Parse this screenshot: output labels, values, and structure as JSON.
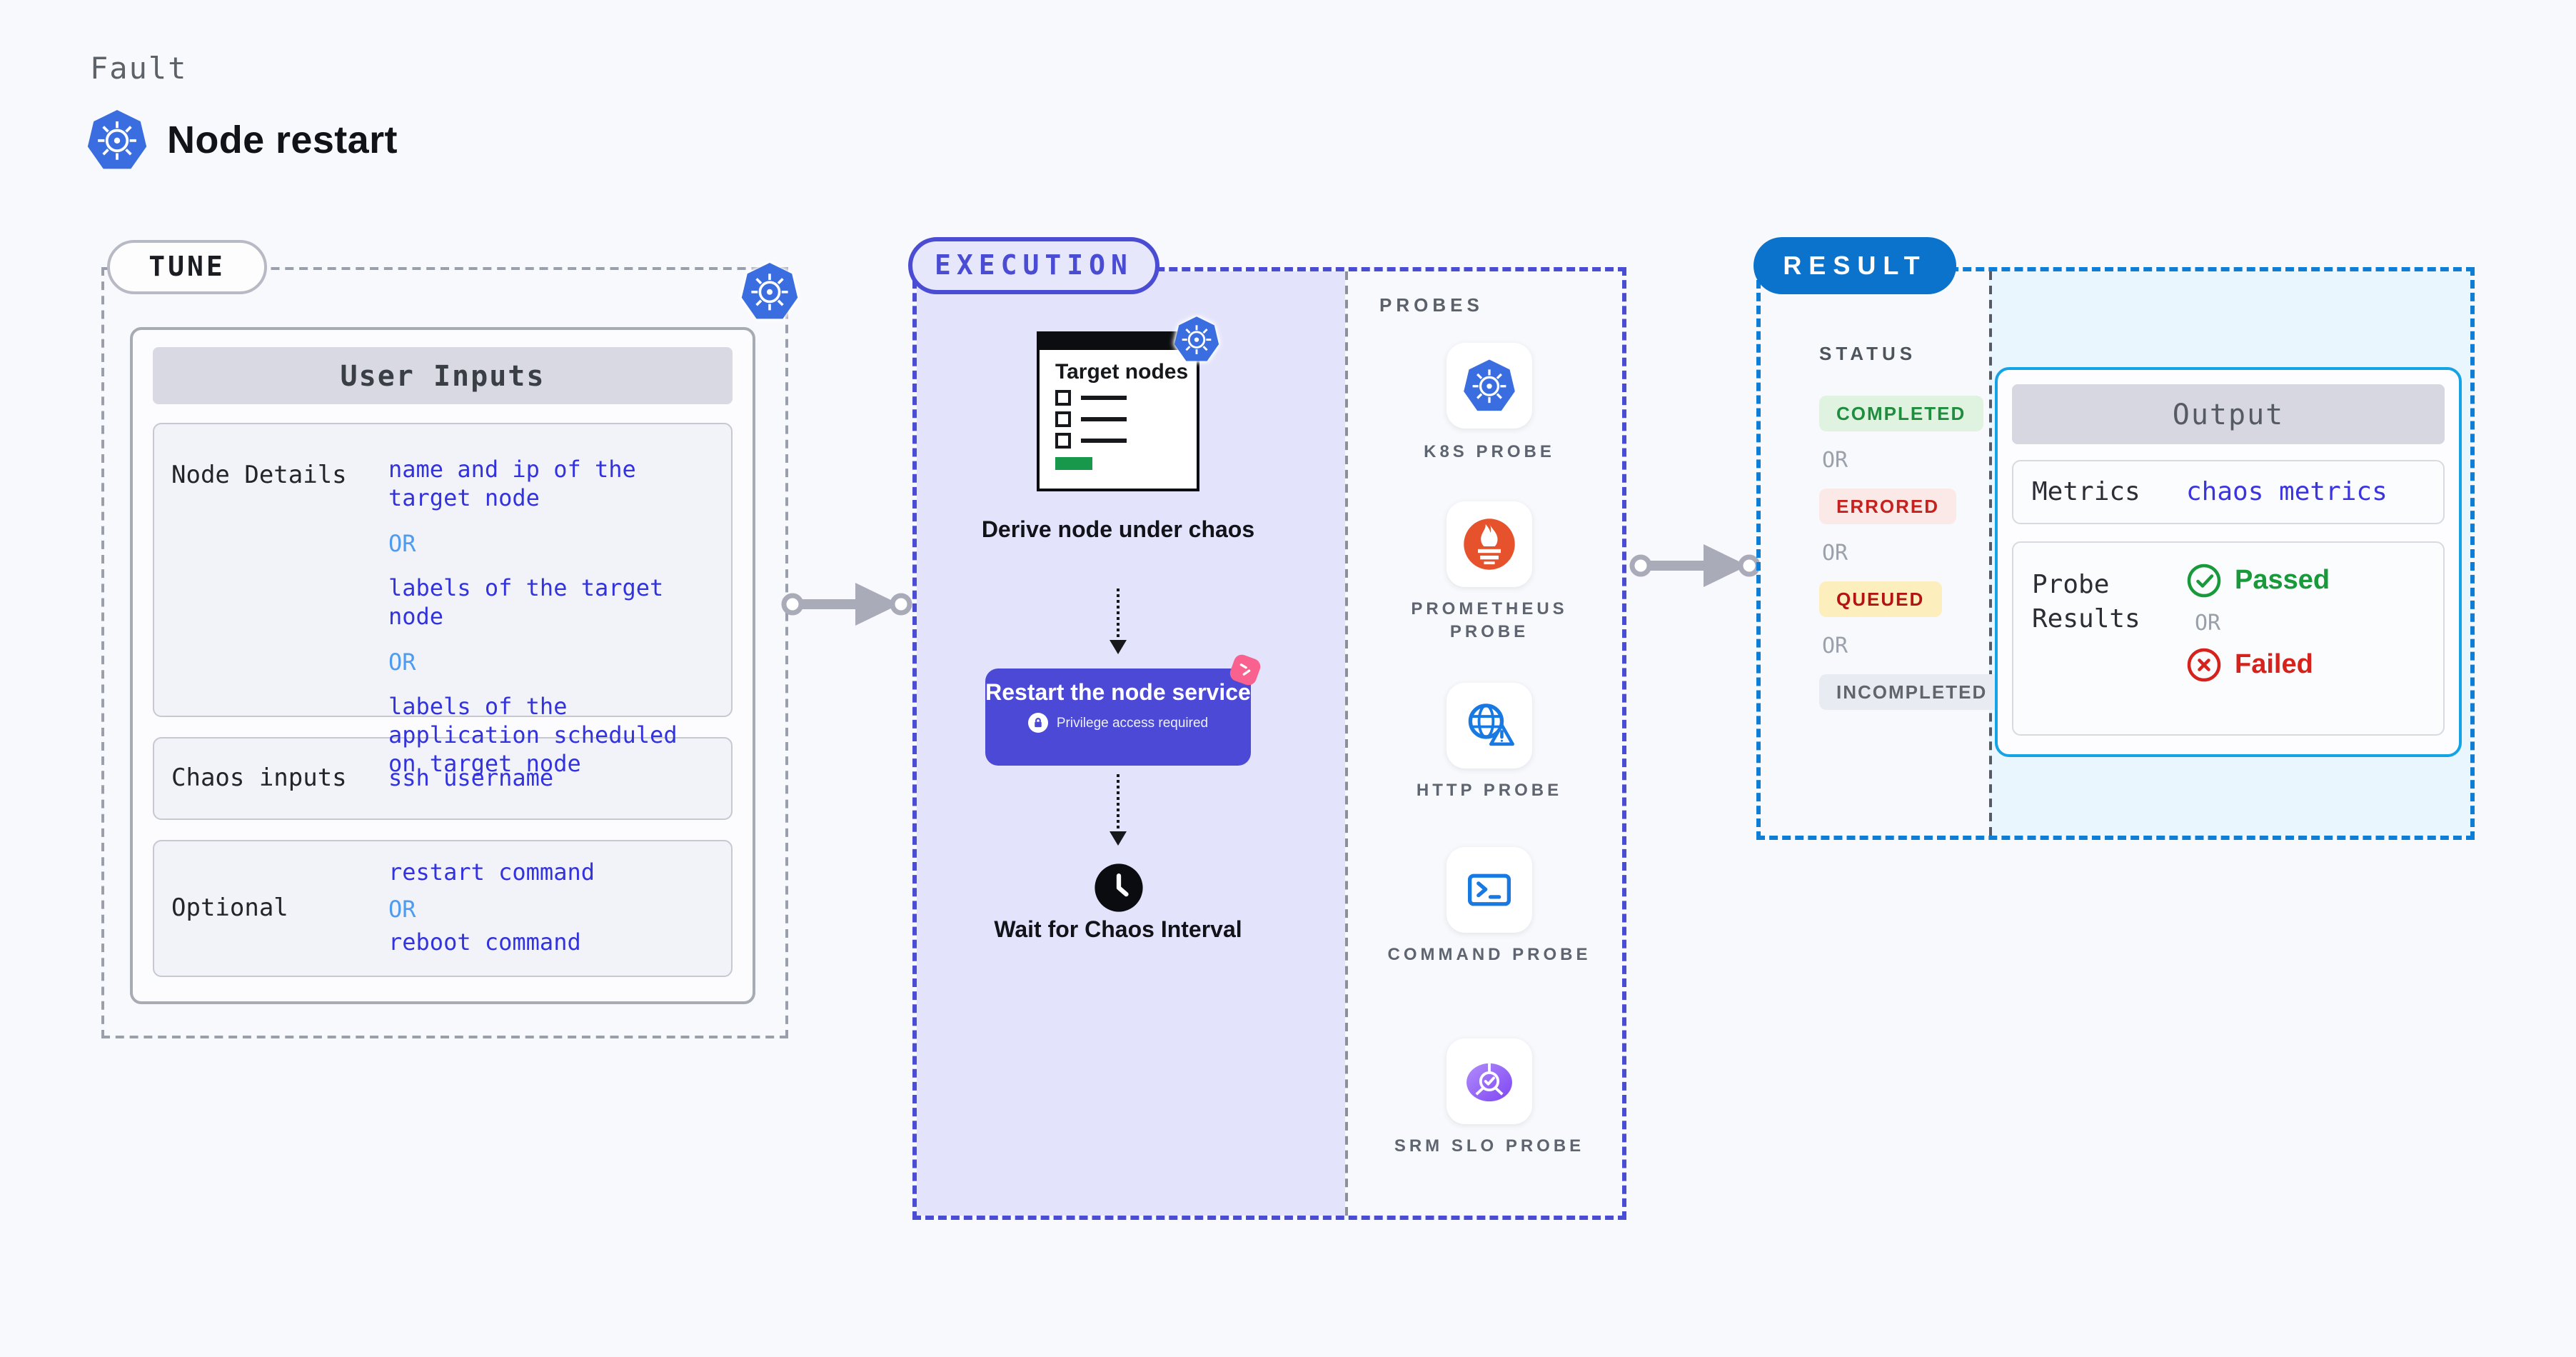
{
  "page": {
    "eyebrow": "Fault",
    "title": "Node restart"
  },
  "tune": {
    "tag": "TUNE",
    "table_title": "User Inputs",
    "rows": [
      {
        "label": "Node Details",
        "values": [
          "name and ip of the target node",
          "OR",
          "labels of the target node",
          "OR",
          "labels of the application scheduled on target node"
        ]
      },
      {
        "label": "Chaos inputs",
        "values": [
          "ssh username"
        ]
      },
      {
        "label": "Optional",
        "values": [
          "restart command",
          "OR",
          "reboot command"
        ]
      }
    ]
  },
  "execution": {
    "tag": "EXECUTION",
    "target_card_title": "Target nodes",
    "step_derive": "Derive node under chaos",
    "restart_title": "Restart the node service",
    "restart_note": "Privilege access required",
    "step_wait": "Wait for Chaos Interval"
  },
  "probes": {
    "title": "PROBES",
    "items": [
      {
        "label": "K8S PROBE",
        "icon": "kubernetes-icon"
      },
      {
        "label": "PROMETHEUS PROBE",
        "icon": "prometheus-icon"
      },
      {
        "label": "HTTP PROBE",
        "icon": "http-globe-icon"
      },
      {
        "label": "COMMAND PROBE",
        "icon": "terminal-icon"
      },
      {
        "label": "SRM SLO PROBE",
        "icon": "srm-slo-donut-icon"
      }
    ]
  },
  "result": {
    "tag": "RESULT",
    "status_heading": "STATUS",
    "or": "OR",
    "statuses": [
      {
        "label": "COMPLETED",
        "text_color": "#1e8e3e",
        "bg": "#e0f2e0"
      },
      {
        "label": "ERRORED",
        "text_color": "#c5221f",
        "bg": "#fbe9e7"
      },
      {
        "label": "QUEUED",
        "text_color": "#b31412",
        "bg": "#fdeebe"
      },
      {
        "label": "INCOMPLETED",
        "text_color": "#5f646d",
        "bg": "#e9ebf2"
      }
    ],
    "output": {
      "title": "Output",
      "metrics_label": "Metrics",
      "metrics_value": "chaos metrics",
      "probe_results_label": "Probe Results",
      "passed": "Passed",
      "or": "OR",
      "failed": "Failed"
    }
  },
  "colors": {
    "page_bg": "#f8f9fc",
    "execution_fill": "#e3e3fb",
    "execution_border": "#4a4cd4",
    "result_fill": "#e9f6fd",
    "result_border": "#0e7dd5",
    "tune_border": "#9aa0ab",
    "button_indigo": "#4b49d6",
    "value_blue": "#3333dd",
    "or_light_blue": "#4f9bef",
    "kubernetes_blue": "#3a6ee0",
    "prometheus_orange": "#e6522c",
    "passed_green": "#189a3a",
    "failed_red": "#d6221c",
    "arrow_gray": "#a9abb9",
    "chaos_pink": "#f9618e",
    "target_green_bar": "#18984a"
  }
}
